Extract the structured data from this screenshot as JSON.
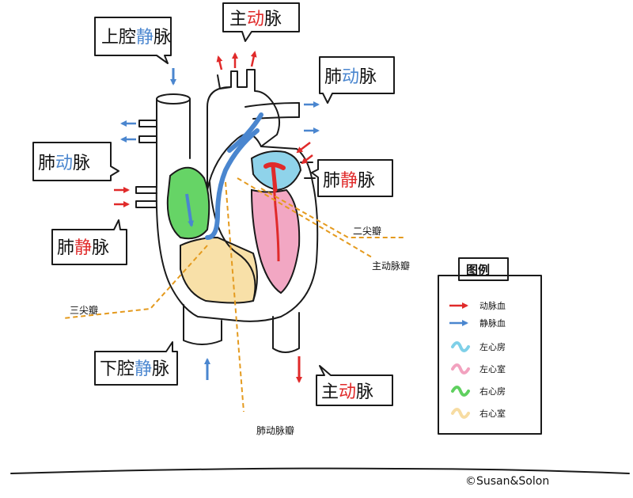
{
  "labels": {
    "svc": {
      "pre": "上腔",
      "hi": "静",
      "post": "脉"
    },
    "aorta_top": {
      "pre": "主",
      "hi": "动",
      "post": "脉"
    },
    "pa_right": {
      "pre": "肺",
      "hi": "动",
      "post": "脉"
    },
    "pa_left": {
      "pre": "肺",
      "hi": "动",
      "post": "脉"
    },
    "pv_right": {
      "pre": "肺",
      "hi": "静",
      "post": "脉"
    },
    "pv_left": {
      "pre": "肺",
      "hi": "静",
      "post": "脉"
    },
    "ivc": {
      "pre": "下腔",
      "hi": "静",
      "post": "脉"
    },
    "aorta_bottom": {
      "pre": "主",
      "hi": "动",
      "post": "脉"
    }
  },
  "valves": {
    "mitral": "二尖瓣",
    "aortic": "主动脉瓣",
    "tricuspid": "三尖瓣",
    "pulmonary": "肺动脉瓣"
  },
  "legend": {
    "title": "图例",
    "items": [
      {
        "label": "动脉血",
        "color": "#e02a2a"
      },
      {
        "label": "静脉血",
        "color": "#4a86cf"
      },
      {
        "label": "左心房",
        "color": "#7fd0e8"
      },
      {
        "label": "左心室",
        "color": "#f2a2bf"
      },
      {
        "label": "右心房",
        "color": "#5fd05f"
      },
      {
        "label": "右心室",
        "color": "#f7dca2"
      }
    ]
  },
  "credit": "©Susan&Solon",
  "colors": {
    "artery": "#e02a2a",
    "vein": "#4a86cf",
    "left_atrium": "#8fd3ea",
    "left_ventricle": "#f2a7c3",
    "right_atrium": "#66d466",
    "right_ventricle": "#f8e0a8",
    "leader": "#e49a1e"
  }
}
